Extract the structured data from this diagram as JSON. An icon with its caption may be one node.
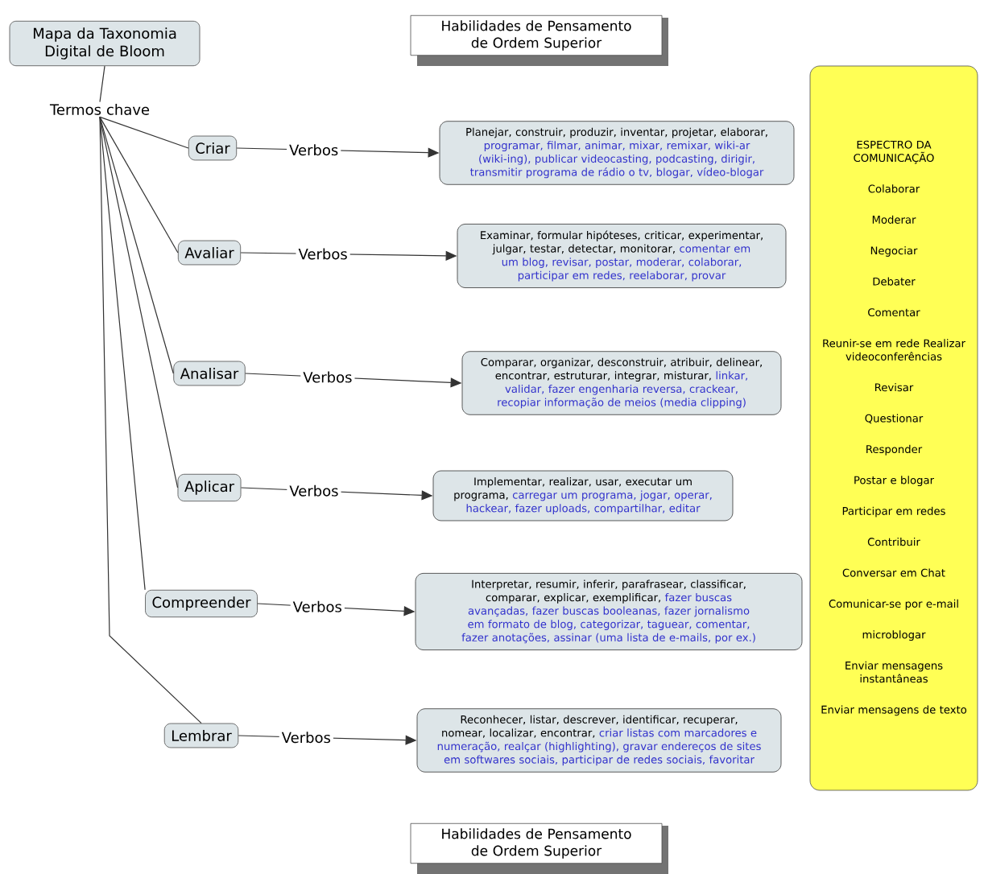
{
  "diagram": {
    "nodes": [
      {
        "text": [
          "Mapa da Taxonomia Digital de Bloom"
        ]
      },
      {
        "text": [
          "Termos chave"
        ]
      },
      {
        "text": [
          "Habilidades de Pensamento de Ordem Superior"
        ]
      },
      {
        "text": [
          "Criar"
        ]
      },
      {
        "text": [
          "Planejar, construir, produzir, inventar, projetar, elaborar,",
          "programar, filmar, animar, mixar, remixar, wiki-ar (wiki-ing), publicar videocasting, podcasting, dirigir, transmitir programa de rádio o tv, blogar, vídeo-blogar"
        ]
      },
      {
        "text": [
          "Avaliar"
        ]
      },
      {
        "text": [
          "Examinar, formular hipóteses, criticar, experimentar, julgar, testar, detectar, monitorar,",
          "comentar em um blog, revisar, postar, moderar, colaborar, participar em redes, reelaborar, provar"
        ]
      },
      {
        "text": [
          "Analisar"
        ]
      },
      {
        "text": [
          "Comparar, organizar, desconstruir, atribuir, delinear, encontrar, estruturar, integrar, misturar,",
          "linkar, validar, fazer engenharia reversa, crackear, recopiar informação de meios (media clipping)"
        ]
      },
      {
        "text": [
          "Aplicar"
        ]
      },
      {
        "text": [
          "Implementar, realizar, usar, executar um programa,",
          "carregar um programa, jogar, operar, hackear, fazer uploads, compartilhar, editar"
        ]
      },
      {
        "text": [
          "Compreender"
        ]
      },
      {
        "text": [
          "Interpretar, resumir, inferir, parafrasear, classificar, comparar, explicar, exemplificar,",
          "fazer buscas avançadas, fazer buscas booleanas, fazer jornalismo em formato de blog, categorizar, taguear, comentar, fazer anotações, assinar (uma lista de e-mails, por ex.)"
        ]
      },
      {
        "text": [
          "Lembrar"
        ]
      },
      {
        "text": [
          "Reconhecer, listar, descrever, identificar, recuperar, nomear, localizar, encontrar,",
          "criar listas com marcadores e numeração, realçar (highlighting), gravar endereços de sites em softwares sociais, participar de redes sociais, favoritar"
        ]
      },
      {
        "text": [
          "Habilidades de Pensamento de Ordem Superior"
        ]
      },
      {
        "text": [
          "ESPECTRO DA COMUNICAÇÃO",
          "Colaborar",
          "Moderar",
          "Negociar",
          "Debater",
          "Comentar",
          "Reunir-se em rede Realizar videoconferências",
          "Revisar",
          "Questionar",
          "Responder",
          "Postar e blogar",
          "Participar em redes",
          "Contribuir",
          "Conversar em Chat",
          "Comunicar-se por e-mail",
          "microblogar",
          "Enviar mensagens instantâneas",
          "Enviar mensagens de texto"
        ]
      }
    ],
    "edges": [
      {
        "from": 0,
        "to": 1,
        "arrow": "none"
      },
      {
        "from": 1,
        "to": 3,
        "arrow": "none"
      },
      {
        "from": 1,
        "to": 5,
        "arrow": "none"
      },
      {
        "from": 1,
        "to": 7,
        "arrow": "none"
      },
      {
        "from": 1,
        "to": 9,
        "arrow": "none"
      },
      {
        "from": 1,
        "to": 11,
        "arrow": "none"
      },
      {
        "from": 1,
        "to": 13,
        "arrow": "none"
      },
      {
        "from": 3,
        "to": 4,
        "arrow": "to",
        "label": "Verbos"
      },
      {
        "from": 5,
        "to": 6,
        "arrow": "to",
        "label": "Verbos"
      },
      {
        "from": 7,
        "to": 8,
        "arrow": "to",
        "label": "Verbos"
      },
      {
        "from": 9,
        "to": 10,
        "arrow": "to",
        "label": "Verbos"
      },
      {
        "from": 11,
        "to": 12,
        "arrow": "to",
        "label": "Verbos"
      },
      {
        "from": 13,
        "to": 14,
        "arrow": "to",
        "label": "Verbos"
      }
    ]
  }
}
